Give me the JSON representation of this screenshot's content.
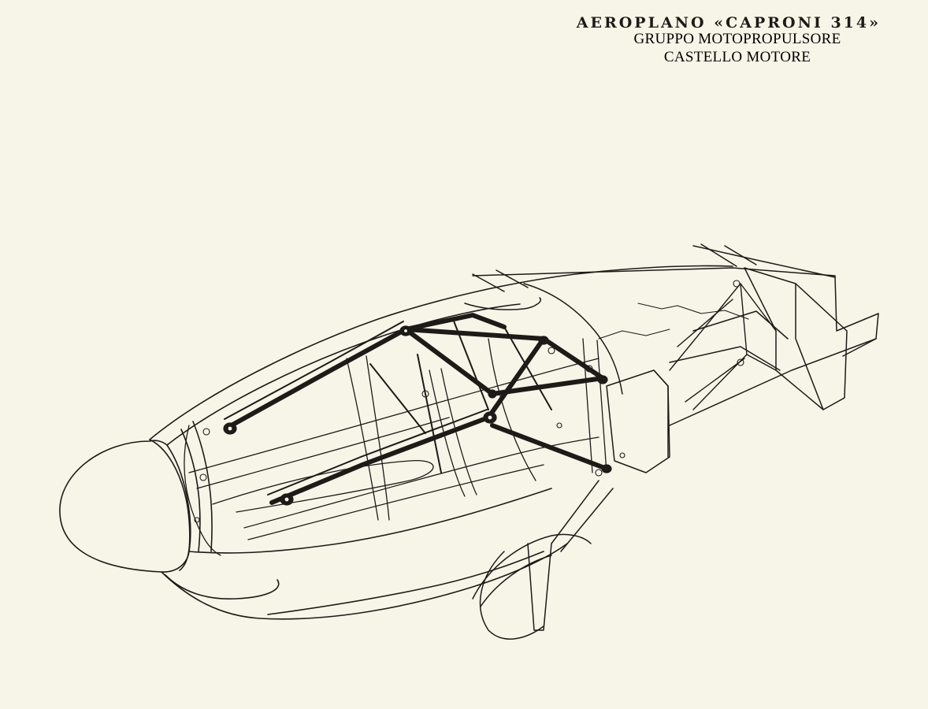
{
  "header": {
    "title": "AEROPLANO «CAPRONI 314»",
    "subtitle_line1": "GRUPPO MOTOPROPULSORE",
    "subtitle_line2": "CASTELLO MOTORE"
  },
  "colors": {
    "paper": "#f7f4e8",
    "ink": "#1d1b17"
  }
}
